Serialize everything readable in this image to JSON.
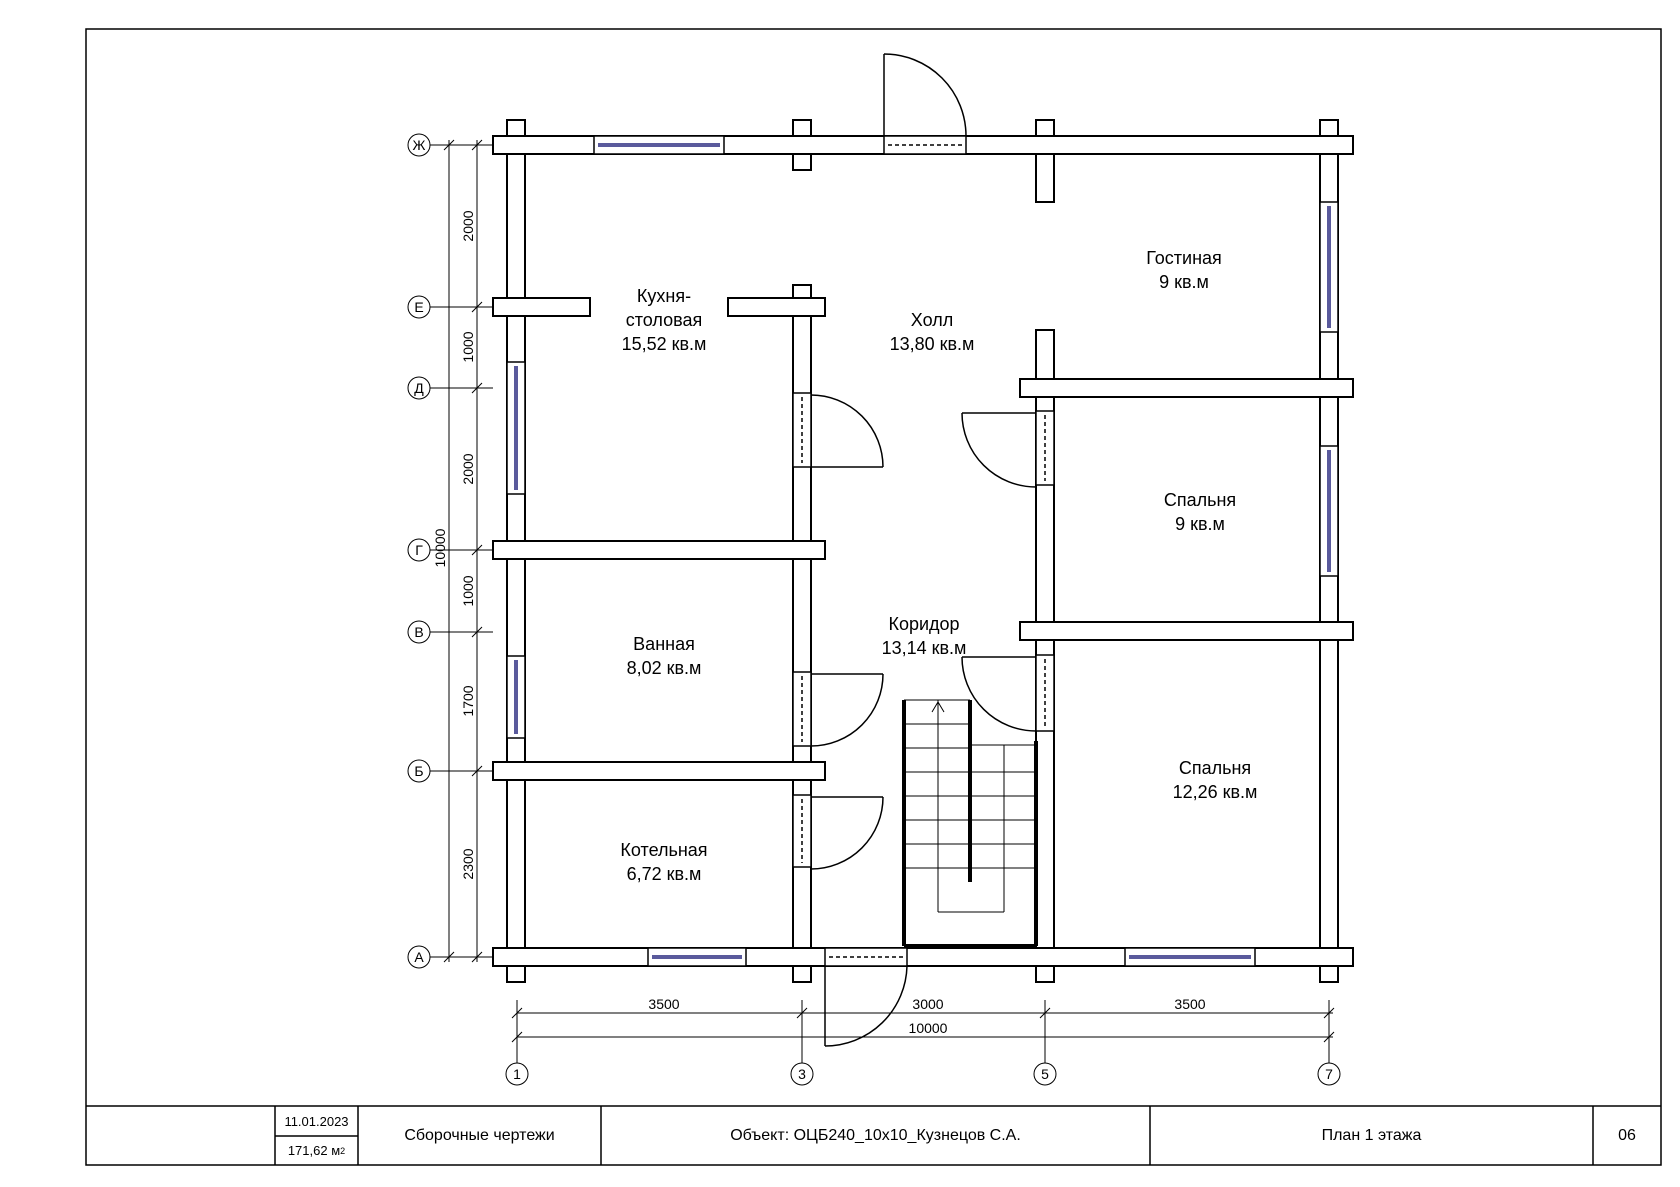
{
  "colors": {
    "line": "#000000",
    "window_glass": "#5a5a9c"
  },
  "rooms": [
    {
      "name": "Кухня-",
      "name2": "столовая",
      "area": "15,52 кв.м"
    },
    {
      "name": "Холл",
      "area": "13,80 кв.м"
    },
    {
      "name": "Гостиная",
      "area": "9 кв.м"
    },
    {
      "name": "Спальня",
      "area": "9 кв.м"
    },
    {
      "name": "Ванная",
      "area": "8,02 кв.м"
    },
    {
      "name": "Коридор",
      "area": "13,14 кв.м"
    },
    {
      "name": "Спальня",
      "area": "12,26 кв.м"
    },
    {
      "name": "Котельная",
      "area": "6,72 кв.м"
    }
  ],
  "row_axes": [
    "Ж",
    "Е",
    "Д",
    "Г",
    "В",
    "Б",
    "А"
  ],
  "col_axes": [
    "1",
    "3",
    "5",
    "7"
  ],
  "vertical_dims": {
    "segments": [
      "2000",
      "1000",
      "2000",
      "1000",
      "1700",
      "2300"
    ],
    "total": "10000"
  },
  "horizontal_dims": {
    "segments": [
      "3500",
      "3000",
      "3500"
    ],
    "total": "10000"
  },
  "title_block": {
    "date": "11.01.2023",
    "area_value": "171,62 м",
    "area_sup": "2",
    "section": "Сборочные чертежи",
    "object": "Объект: ОЦБ240_10х10_Кузнецов С.А.",
    "sheet_name": "План 1 этажа",
    "sheet_number": "06"
  }
}
